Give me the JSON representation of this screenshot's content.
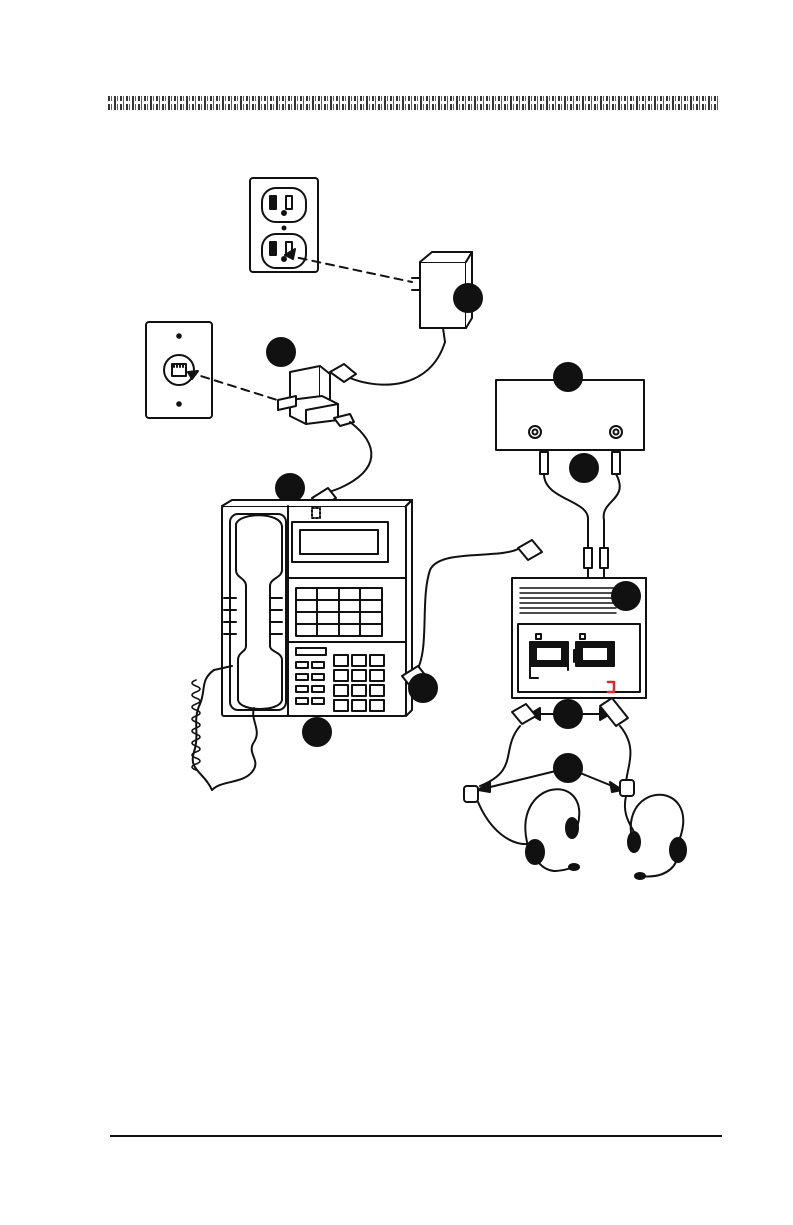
{
  "header": {
    "pattern": "decorative-band"
  },
  "diagram": {
    "callouts": [
      "",
      "",
      "",
      "",
      "",
      "",
      "",
      "",
      "",
      ""
    ],
    "components": [
      "wall-power-outlet",
      "ac-power-adapter",
      "phone-wall-jack",
      "line-splitter",
      "telephone-set",
      "audio-device",
      "amplifier-box",
      "headset-left",
      "headset-right"
    ],
    "brand_mark_color": "#e0262c"
  },
  "footer": {
    "rule": true
  }
}
